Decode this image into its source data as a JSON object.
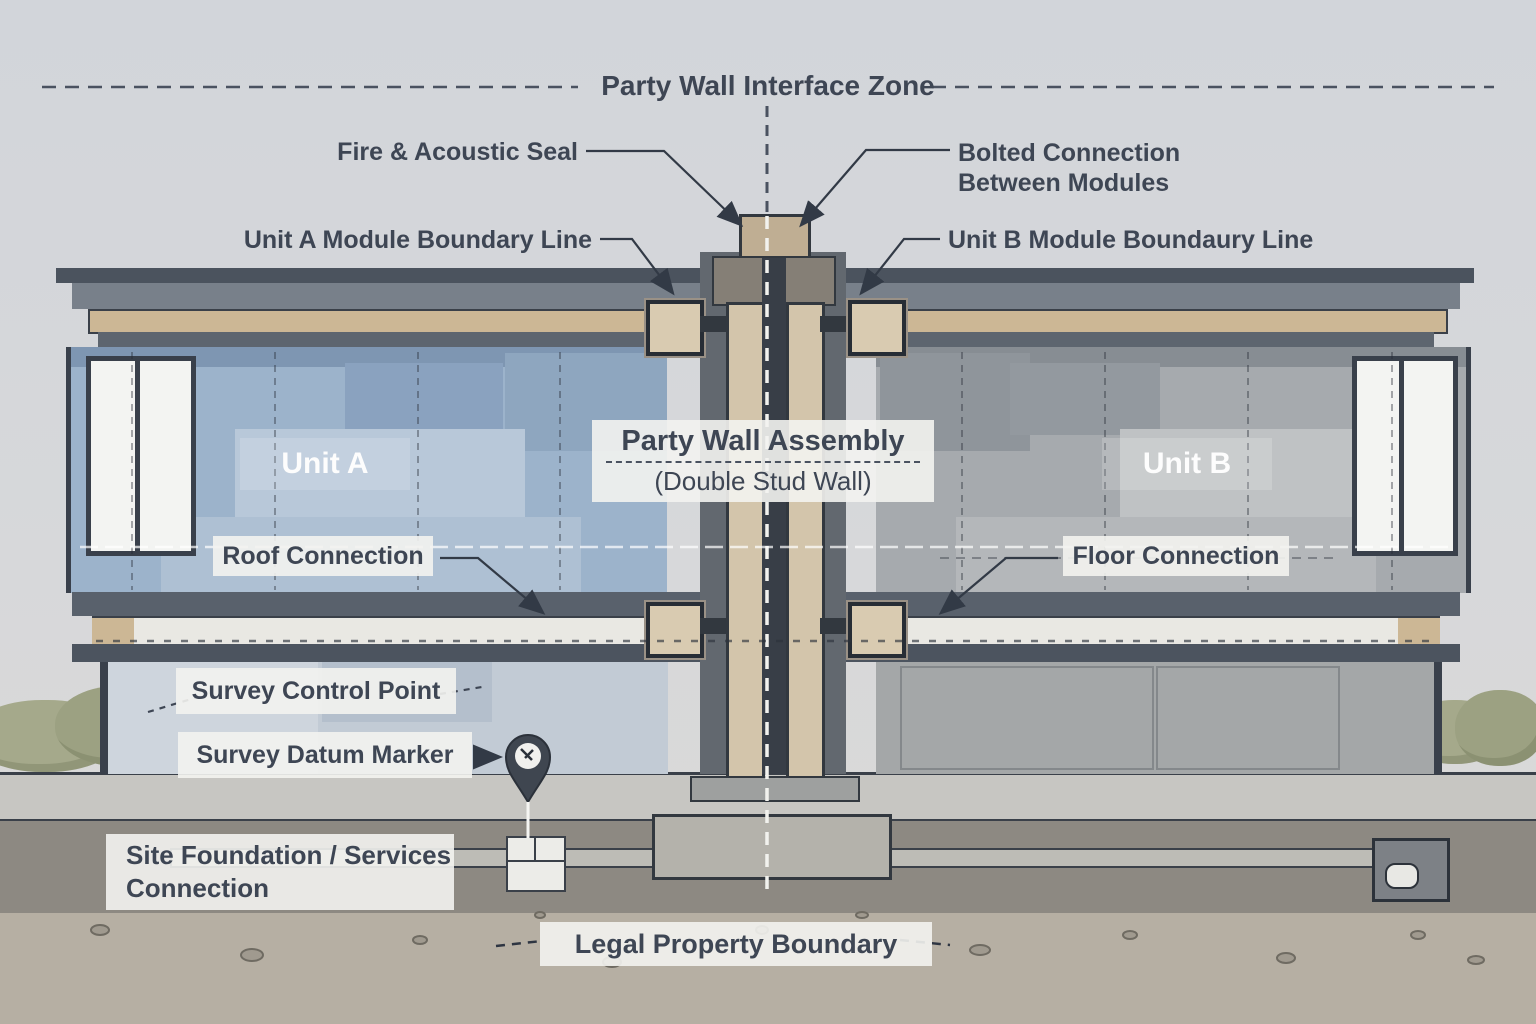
{
  "colors": {
    "text": "#3e4654",
    "line": "#323a46",
    "tan_beam": "#ccb795",
    "unit_a_wall": "#9cb3cb",
    "unit_b_wall": "#a6aaae",
    "label_bg": "#f2f2ef",
    "boundary_dash_white": "#f2f2ee"
  },
  "title": "Party Wall Interface Zone",
  "units": {
    "a_label": "Unit A",
    "b_label": "Unit B"
  },
  "party_wall": {
    "title": "Party Wall Assembly",
    "subtitle": "(Double Stud Wall)"
  },
  "callouts": {
    "fire_seal": "Fire & Acoustic Seal",
    "bolted": {
      "line1": "Bolted Connection",
      "line2": "Between Modules"
    },
    "unit_a_boundary": "Unit A Module Boundary Line",
    "unit_b_boundary": "Unit B Module Boundaury Line",
    "roof_connection": "Roof Connection",
    "floor_connection": "Floor Connection",
    "survey_control_point": "Survey Control Point",
    "survey_datum_marker": "Survey Datum Marker",
    "site_foundation": {
      "line1": "Site Foundation / Services",
      "line2": "Connection"
    },
    "legal_boundary": "Legal Property Boundary"
  }
}
